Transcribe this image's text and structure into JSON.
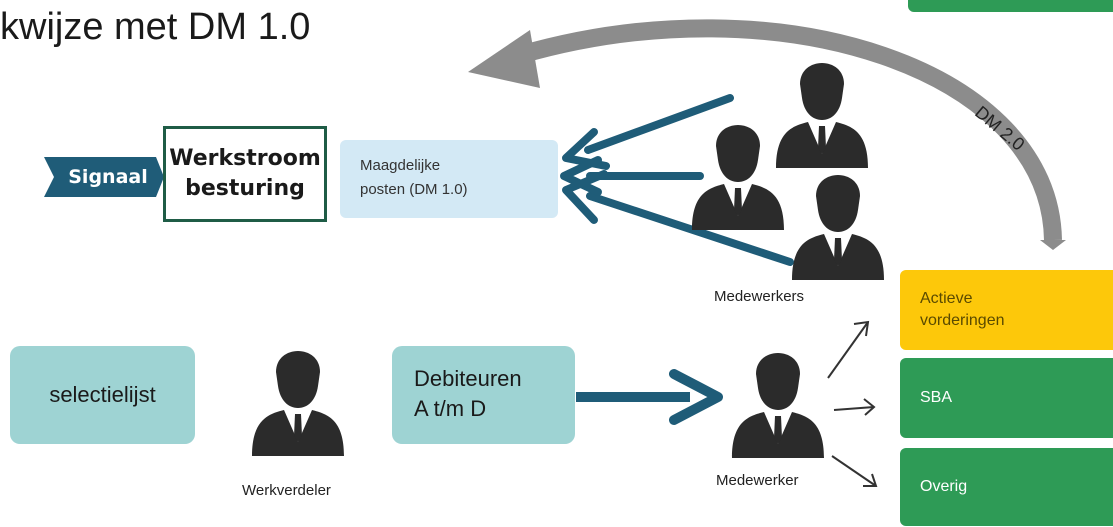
{
  "title": "kwijze met DM 1.0",
  "signaal": "Signaal",
  "werkstroom": {
    "line1": "Werkstroom",
    "line2": "besturing"
  },
  "maagdelijke": {
    "line1": "Maagdelijke",
    "line2": "posten (DM 1.0)"
  },
  "medewerkers_label": "Medewerkers",
  "dm20_label": "DM 2.0",
  "selectielijst": "selectielijst",
  "werkverdeler_label": "Werkverdeler",
  "debiteuren": {
    "line1": "Debiteuren",
    "line2": "A t/m D"
  },
  "medewerker_label": "Medewerker",
  "outcomes": {
    "actieve": {
      "line1": "Actieve",
      "line2": "vorderingen"
    },
    "sba": "SBA",
    "overig": "Overig"
  },
  "colors": {
    "dark_teal": "#1f5c78",
    "green": "#2e9b56",
    "yellow": "#fdc80a",
    "light_blue": "#d3e9f5",
    "light_teal": "#9ed3d3",
    "gray_arrow": "#8c8c8c",
    "person": "#2b2b2b"
  }
}
